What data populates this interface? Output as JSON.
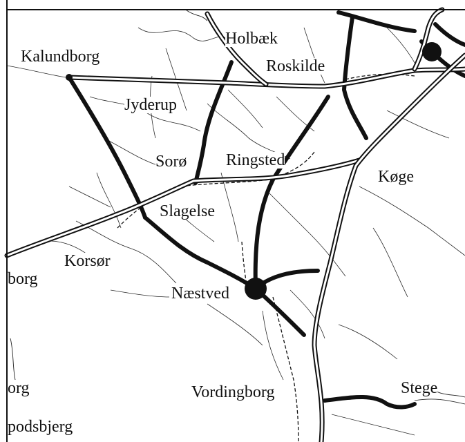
{
  "map": {
    "towns": {
      "kalundborg": "Kalundborg",
      "holbaek": "Holbæk",
      "roskilde": "Roskilde",
      "jyderup": "Jyderup",
      "soro": "Sorø",
      "ringsted": "Ringsted",
      "koge": "Køge",
      "slagelse": "Slagelse",
      "korsor": "Korsør",
      "naestved": "Næstved",
      "vordingborg": "Vordingborg",
      "stege": "Stege",
      "borg": "borg",
      "org": "org",
      "podsbjerg": "podsbjerg"
    },
    "colors": {
      "roads": "#111111",
      "background": "#ffffff"
    }
  }
}
